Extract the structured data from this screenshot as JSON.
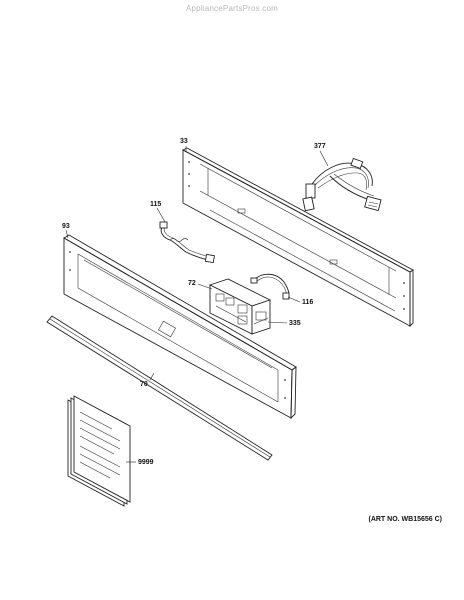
{
  "watermark": "AppliancePartsPros.com",
  "art_number": "(ART NO. WB15656 C)",
  "parts": {
    "p33": "33",
    "p377": "377",
    "p115": "115",
    "p93": "93",
    "p72": "72",
    "p116": "116",
    "p335": "335",
    "p70": "70",
    "p9999": "9999"
  }
}
